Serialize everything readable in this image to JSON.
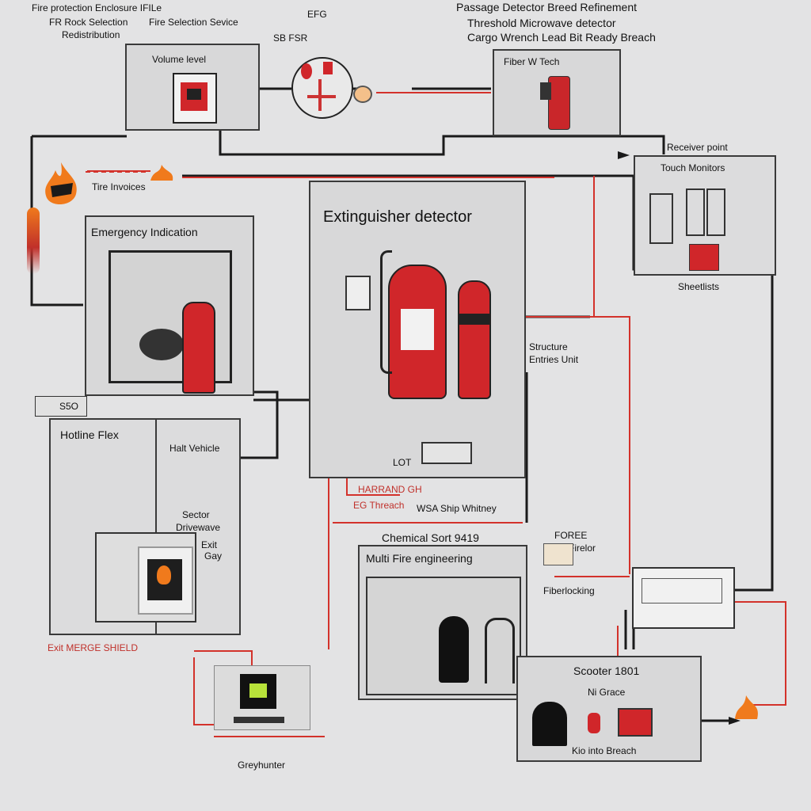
{
  "top_left": {
    "title": "Fire protection Enclosure IFILe",
    "sub1": "FR Rock Selection",
    "sub2": "Redistribution",
    "label_small": "Fire Selection Sevice",
    "label_tag": "EFG",
    "label_date": "SB FSR"
  },
  "top_right": {
    "title": "Passage Detector Breed Refinement",
    "sub1": "Threshold Microwave detector",
    "sub2": "Cargo Wrench Lead Bit Ready Breach"
  },
  "boxes": {
    "monitor_label": "Volume level",
    "cabinet_label": "Fiber W Tech",
    "controls_label": "Receiver point",
    "controls_sub": "Touch Monitors",
    "controls_bottom": "Sheetlists",
    "fire_note": "Tire Invoices",
    "main_title": "Extinguisher detector",
    "left_panel_title": "Emergency Indication",
    "left_num": "S5O",
    "lower_left_title": "Hotline Flex",
    "lower_left_right": "Halt Vehicle",
    "lower_left_note1": "Sector",
    "lower_left_note2": "Drivewave",
    "lower_left_note3": "Exit",
    "lower_left_note4": "Gay",
    "lower_left_bottom": "Exit MERGE SHIELD",
    "mid_note1": "Structure",
    "mid_note2": "Entries Unit",
    "mid_ext_bottom": "LOT",
    "mid_red1": "HARRAND GH",
    "mid_red2": "EG Threach",
    "mid_black": "WSA Ship Whitney",
    "center_top": "Chemical Sort 9419",
    "center_title": "Multi Fire engineering",
    "right_mid1": "FOREE",
    "right_mid2": "Firelor",
    "right_mid3": "Fiberlocking",
    "bottom_right_title": "Scooter 1801",
    "bottom_right_sub": "Ni Grace",
    "bottom_right_bottom": "Kio into Breach",
    "bottom_left_label": "Greyhunter"
  },
  "colors": {
    "background": "#e3e3e4",
    "wire_black": "#1a1a1a",
    "wire_red": "#d3322b",
    "extinguisher_red": "#d0262a",
    "flame": "#f07a1c"
  }
}
